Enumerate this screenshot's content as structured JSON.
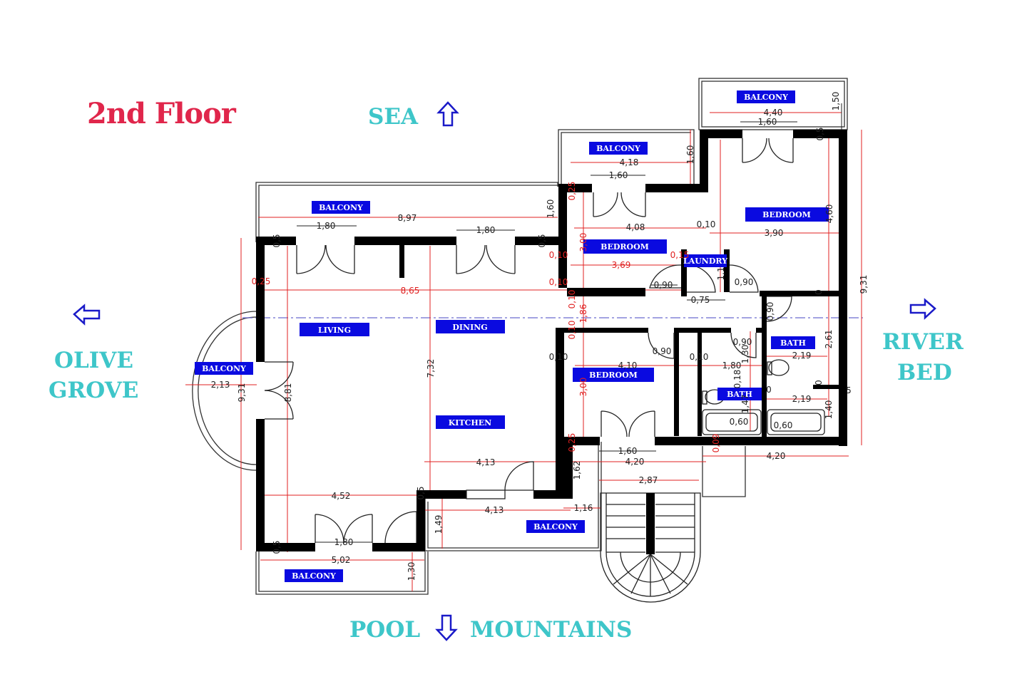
{
  "floor_title": "2nd Floor",
  "directions": {
    "north": "SEA",
    "west_line1": "OLIVE",
    "west_line2": "GROVE",
    "east_line1": "RIVER",
    "east_line2": "BED",
    "south_left": "POOL",
    "south_right": "MOUNTAINS"
  },
  "colors": {
    "title": "#e0264b",
    "compass_text": "#3ec6c9",
    "arrow": "#1a1ac8",
    "room_label_bg": "#0a0ae0",
    "wall": "#000000",
    "dimension_red": "#e02020",
    "centerline": "#6a6acf"
  },
  "icons": [
    "arrow-up-icon",
    "arrow-left-icon",
    "arrow-right-icon",
    "arrow-down-icon"
  ],
  "rooms": {
    "balcony_top_right": "BALCONY",
    "balcony_mid": "BALCONY",
    "balcony_top_left": "BALCONY",
    "balcony_west": "BALCONY",
    "balcony_south_left": "BALCONY",
    "balcony_south_mid": "BALCONY",
    "bedroom_ne": "BEDROOM",
    "bedroom_n": "BEDROOM",
    "bedroom_s": "BEDROOM",
    "laundry": "LAUNDRY",
    "living": "LIVING",
    "dining": "DINING",
    "kitchen": "KITCHEN",
    "bath_e": "BATH",
    "bath_s": "BATH"
  },
  "dimensions": {
    "d_440": "4,40",
    "d_160a": "1,60",
    "d_150": "1,50",
    "d_05a": "0,5",
    "d_418": "4,18",
    "d_160b": "1,60",
    "d_160c": "1,60",
    "d_897": "8,97",
    "d_160d": "1,60",
    "d_180a": "1,80",
    "d_180b": "1,80",
    "d_408": "4,08",
    "d_390": "3,90",
    "d_460": "4,60",
    "d_010a": "0,10",
    "d_369": "3,69",
    "d_865": "8,65",
    "d_090a": "0,90",
    "d_090b": "0,90",
    "d_075": "0,75",
    "d_090c": "0,90",
    "d_090d": "0,90",
    "d_090e": "0,90",
    "d_931a": "9,31",
    "d_931b": "9,31",
    "d_213": "2,13",
    "d_881": "8,81",
    "d_732": "7,32",
    "d_410": "4,10",
    "d_180c": "1,80",
    "d_219a": "2,19",
    "d_219b": "2,19",
    "d_261": "2,61",
    "d_130a": "1,30",
    "d_147": "1,47",
    "d_140": "1,40",
    "d_060a": "0,60",
    "d_060b": "0,60",
    "d_413a": "4,13",
    "d_420a": "4,20",
    "d_420b": "4,20",
    "d_160e": "1,60",
    "d_162": "1,62",
    "d_287": "2,87",
    "d_452": "4,52",
    "d_413b": "4,13",
    "d_116": "1,16",
    "d_149": "1,49",
    "d_180d": "1,80",
    "d_502": "5,02",
    "d_130b": "1,30",
    "r_025a": "0,25",
    "r_025b": "0,25",
    "r_025c": "0,25",
    "r_010a": "0,10",
    "r_010b": "0,10",
    "r_010c": "0,10",
    "r_010d": "0,10",
    "r_300a": "3,00",
    "r_300b": "3,00",
    "r_186": "1,86",
    "r_015": "0,15",
    "r_09": "0,09",
    "d_010b": "0,10",
    "d_010c": "0,10",
    "d_0_a": "0",
    "d_0_b": "0",
    "d_0_c": "0",
    "d_05b": "0,5",
    "d_05c": "0,5",
    "d_05d": "0,5",
    "d_05e": "0,5",
    "d_018": "0,18",
    "d_11": "1,1",
    "d_15": "5"
  }
}
